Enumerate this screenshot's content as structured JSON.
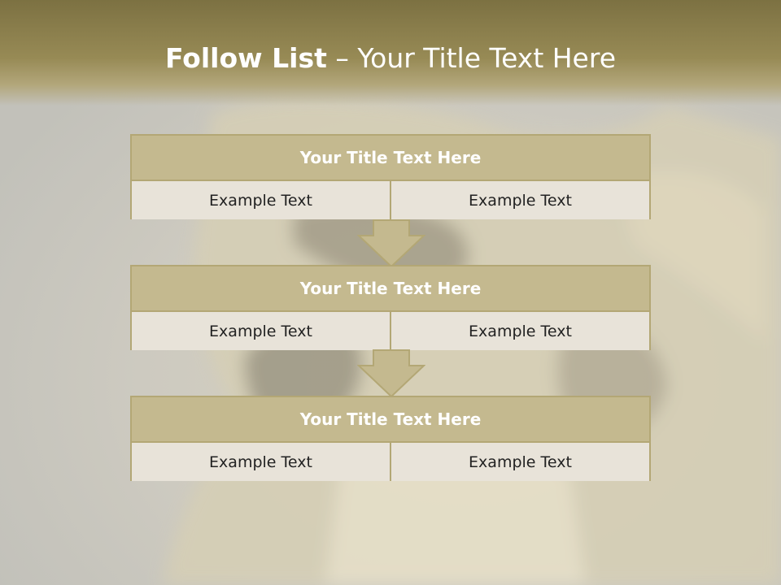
{
  "title": {
    "bold": "Follow List",
    "rest": "– Your Title Text Here"
  },
  "blocks": [
    {
      "title": "Your Title Text Here",
      "left": "Example Text",
      "right": "Example Text"
    },
    {
      "title": "Your Title Text Here",
      "left": "Example Text",
      "right": "Example Text"
    },
    {
      "title": "Your Title Text Here",
      "left": "Example Text",
      "right": "Example Text"
    }
  ],
  "colors": {
    "header": "#8d8150",
    "block_title_fill": "#c4b98f",
    "block_border": "#b3a775",
    "cell_fill": "#e8e3d9",
    "arrow_fill": "#c4b98f"
  },
  "icons": [
    "down-arrow-icon",
    "down-arrow-icon"
  ]
}
